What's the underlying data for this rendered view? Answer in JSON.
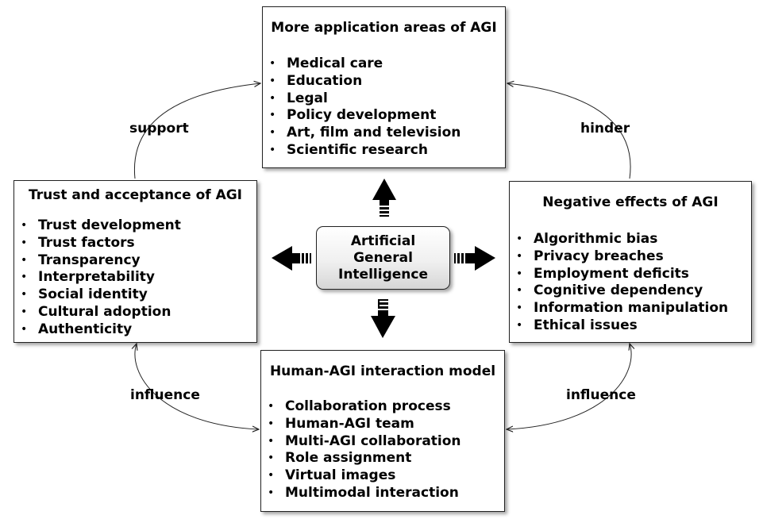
{
  "center": {
    "label": "Artificial General Intelligence"
  },
  "boxes": {
    "top": {
      "title": "More application areas of AGI",
      "items": [
        "Medical care",
        "Education",
        "Legal",
        "Policy development",
        "Art, film and television",
        "Scientific research"
      ]
    },
    "left": {
      "title": "Trust and acceptance of AGI",
      "items": [
        "Trust development",
        "Trust factors",
        "Transparency",
        "Interpretability",
        "Social identity",
        "Cultural adoption",
        "Authenticity"
      ]
    },
    "right": {
      "title": "Negative effects of AGI",
      "items": [
        "Algorithmic bias",
        "Privacy breaches",
        "Employment deficits",
        "Cognitive dependency",
        "Information manipulation",
        "Ethical issues"
      ]
    },
    "bottom": {
      "title": "Human-AGI interaction model",
      "items": [
        "Collaboration process",
        "Human-AGI team",
        "Multi-AGI collaboration",
        "Role assignment",
        "Virtual images",
        "Multimodal interaction"
      ]
    }
  },
  "connectors": {
    "support": "support",
    "hinder": "hinder",
    "influence_left": "influence",
    "influence_right": "influence"
  }
}
